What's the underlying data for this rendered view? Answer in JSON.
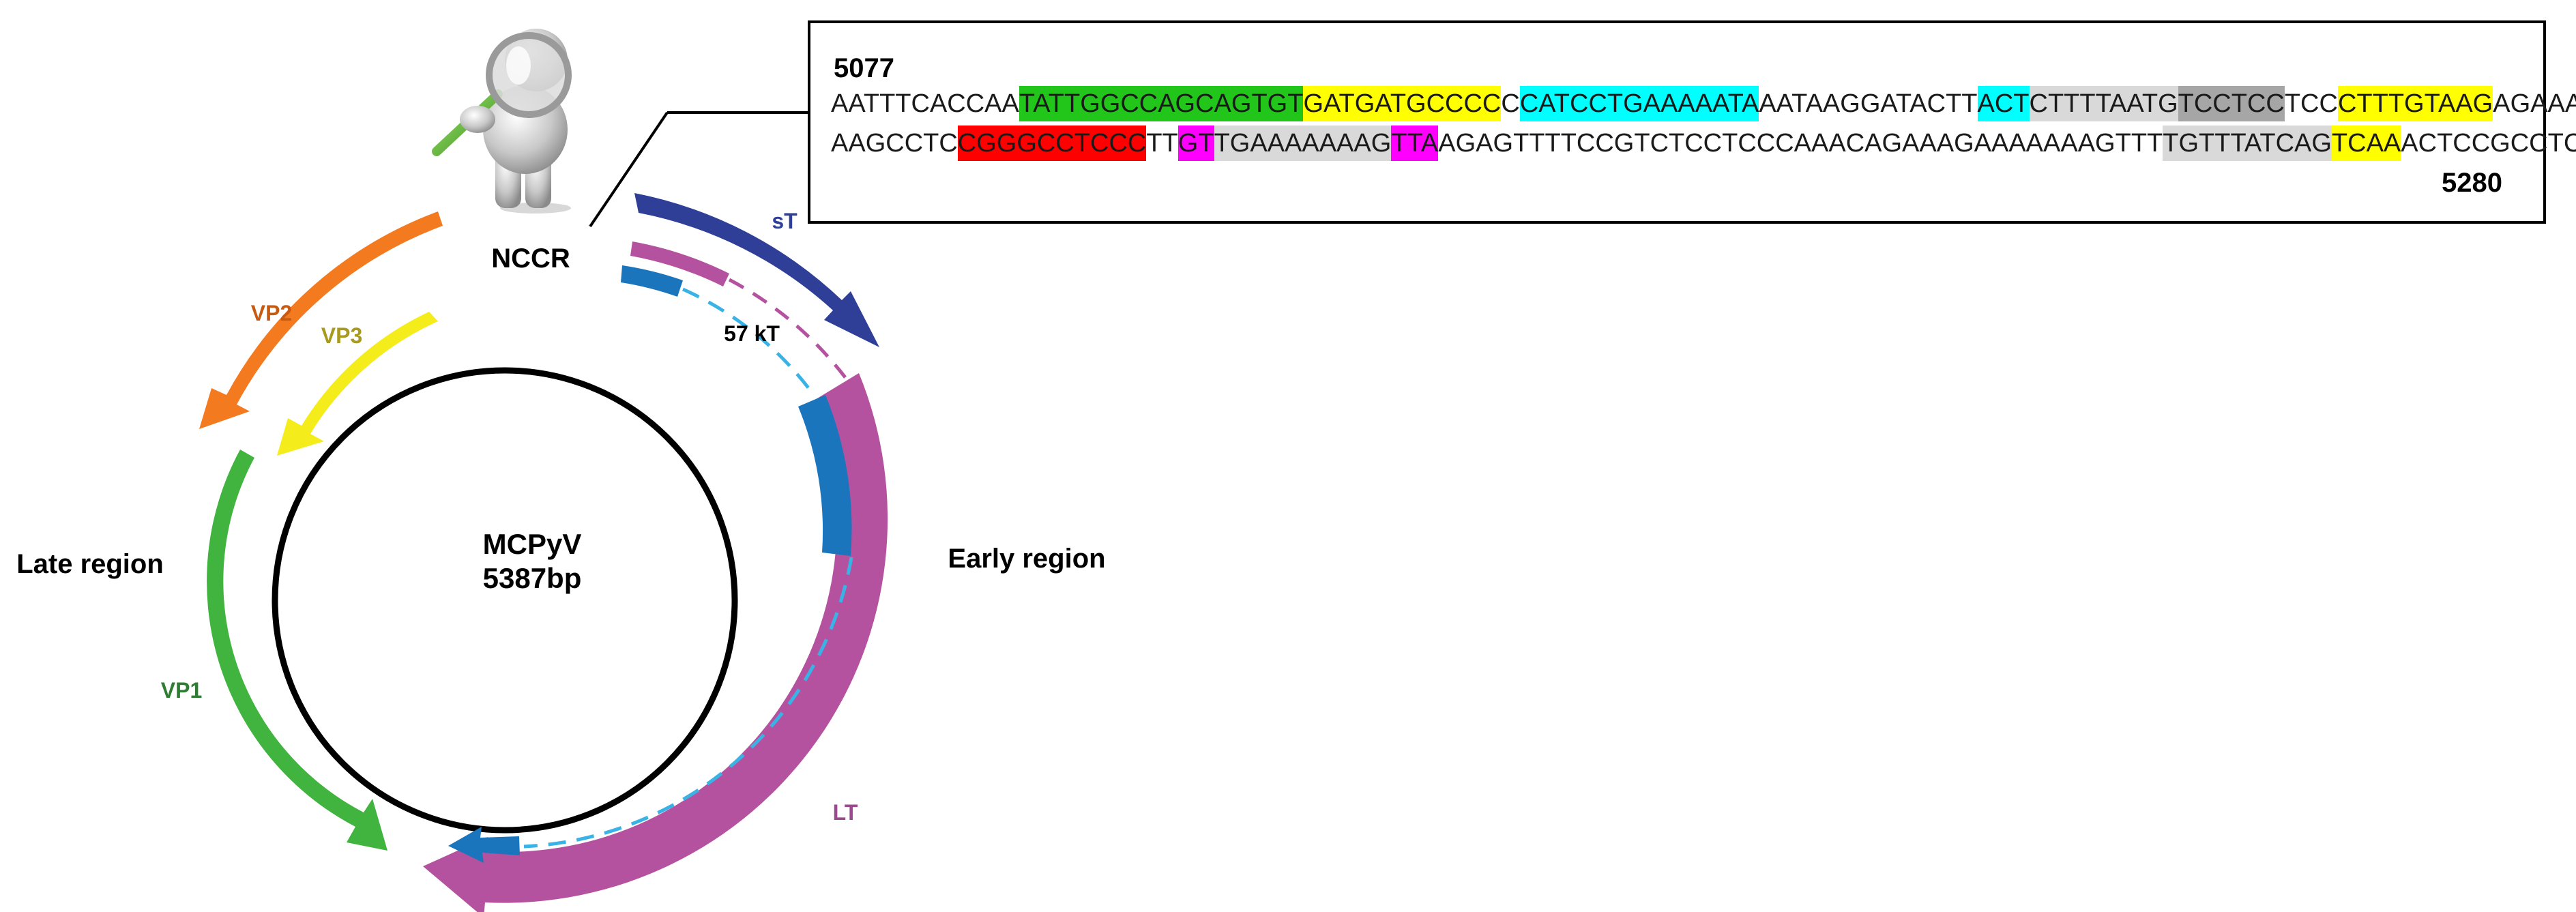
{
  "genome": {
    "name": "MCPyV",
    "size": "5387bp"
  },
  "labels": {
    "nccr": "NCCR",
    "late_region": "Late region",
    "early_region": "Early region",
    "vp1": "VP1",
    "vp2": "VP2",
    "vp3": "VP3",
    "st": "sT",
    "kt57": "57 kT",
    "lt": "LT"
  },
  "colors": {
    "vp1": "#41b43f",
    "vp2": "#f47a20",
    "vp3": "#f5ec1c",
    "st": "#2f3f97",
    "lt": "#b5529f",
    "kt57": "#1a75bc",
    "kt57_dash": "#39b3e6",
    "label_vp1": "#2e7d32",
    "label_vp2": "#c65a12",
    "label_vp3": "#a89a1e",
    "label_st": "#2f3f97",
    "label_lt": "#9c4a8e"
  },
  "sequence": {
    "start": "5077",
    "end": "5280",
    "lines": [
      [
        {
          "text": "AATTTCACCAA",
          "hl": ""
        },
        {
          "text": "TATTGGCCAGCAGTGT",
          "hl": "#22c61a"
        },
        {
          "text": "GATGATGCCCC",
          "hl": "#ffff00"
        },
        {
          "text": "C",
          "hl": ""
        },
        {
          "text": "CATCCTGAAAAATA",
          "hl": "#00ffff"
        },
        {
          "text": "AATAAGGATACTT",
          "hl": ""
        },
        {
          "text": "ACT",
          "hl": "#00ffff"
        },
        {
          "text": "CTTTTAATG",
          "hl": "#d9d9d9"
        },
        {
          "text": "TCCTCC",
          "hl": "#a6a6a6"
        },
        {
          "text": "TCC",
          "hl": ""
        },
        {
          "text": "CTTTGTAAG",
          "hl": "#ffff00"
        },
        {
          "text": "AGAAAAAA",
          "hl": ""
        }
      ],
      [
        {
          "text": "AAGCCTC",
          "hl": ""
        },
        {
          "text": "CGGGCCTCCC",
          "hl": "#ff0000"
        },
        {
          "text": "TT",
          "hl": ""
        },
        {
          "text": "GT",
          "hl": "#ff00ff"
        },
        {
          "text": "TGAAAAAAAG",
          "hl": "#d9d9d9"
        },
        {
          "text": "TTA",
          "hl": "#ff00ff"
        },
        {
          "text": "AGAGTTTTCCGTCTCCTCCCAAACAGAAAGAAAAAAAGTTT",
          "hl": ""
        },
        {
          "text": "TGTTTATCAG",
          "hl": "#d9d9d9"
        },
        {
          "text": "TCAA",
          "hl": "#ffff00"
        },
        {
          "text": "ACTCCGCCTCT",
          "hl": ""
        }
      ]
    ]
  },
  "icon": "magnifying-glass-figure-icon"
}
